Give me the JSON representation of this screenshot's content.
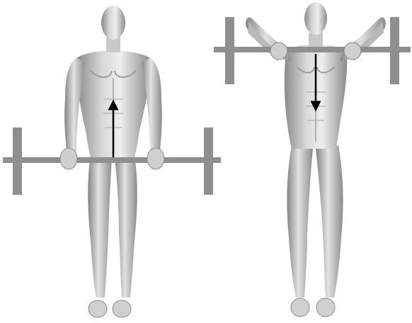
{
  "colors": {
    "background": "#ffffff",
    "barbell": "#8f8f8f",
    "skin_light": "#e6e6e6",
    "skin_mid": "#b4b4b4",
    "skin_dark": "#7e7e7e",
    "arrow": "#000000"
  },
  "panels": [
    {
      "pose": "start",
      "barbell_position": "hip",
      "arrow_direction": "up"
    },
    {
      "pose": "finish",
      "barbell_position": "shoulder",
      "arrow_direction": "down"
    }
  ]
}
